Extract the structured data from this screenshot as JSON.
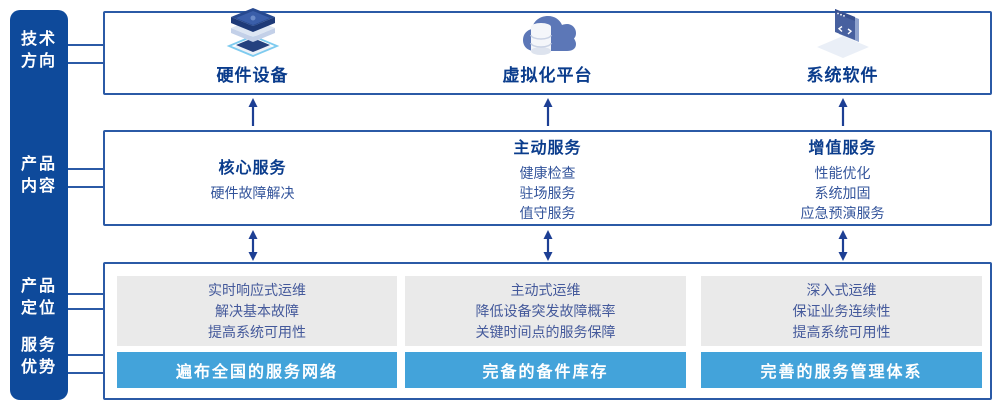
{
  "colors": {
    "sidebar_bg": "#0E4A9B",
    "box_border": "#2B5AA6",
    "title_text": "#0A3C8C",
    "item_text": "#33549B",
    "panel_bg": "#EAEAEA",
    "panel_text": "#44599B",
    "bar_bg": "#43A3DA",
    "bar_text": "#FFFFFF",
    "arrow": "#1D3F94"
  },
  "sidebar": {
    "labels": [
      {
        "text": "技术方向"
      },
      {
        "text": "产品内容"
      },
      {
        "text": "产品定位"
      },
      {
        "text": "服务优势"
      }
    ]
  },
  "tech_row": {
    "items": [
      {
        "icon": "server-stack-icon",
        "label": "硬件设备"
      },
      {
        "icon": "cloud-database-icon",
        "label": "虚拟化平台"
      },
      {
        "icon": "software-window-icon",
        "label": "系统软件"
      }
    ]
  },
  "content_row": {
    "columns": [
      {
        "title": "核心服务",
        "items": [
          "硬件故障解决"
        ]
      },
      {
        "title": "主动服务",
        "items": [
          "健康检查",
          "驻场服务",
          "值守服务"
        ]
      },
      {
        "title": "增值服务",
        "items": [
          "性能优化",
          "系统加固",
          "应急预演服务"
        ]
      }
    ]
  },
  "position_row": {
    "columns": [
      {
        "lines": [
          "实时响应式运维",
          "解决基本故障",
          "提高系统可用性"
        ],
        "bar": "遍布全国的服务网络"
      },
      {
        "lines": [
          "主动式运维",
          "降低设备突发故障概率",
          "关键时间点的服务保障"
        ],
        "bar": "完备的备件库存"
      },
      {
        "lines": [
          "深入式运维",
          "保证业务连续性",
          "提高系统可用性"
        ],
        "bar": "完善的服务管理体系"
      }
    ]
  }
}
